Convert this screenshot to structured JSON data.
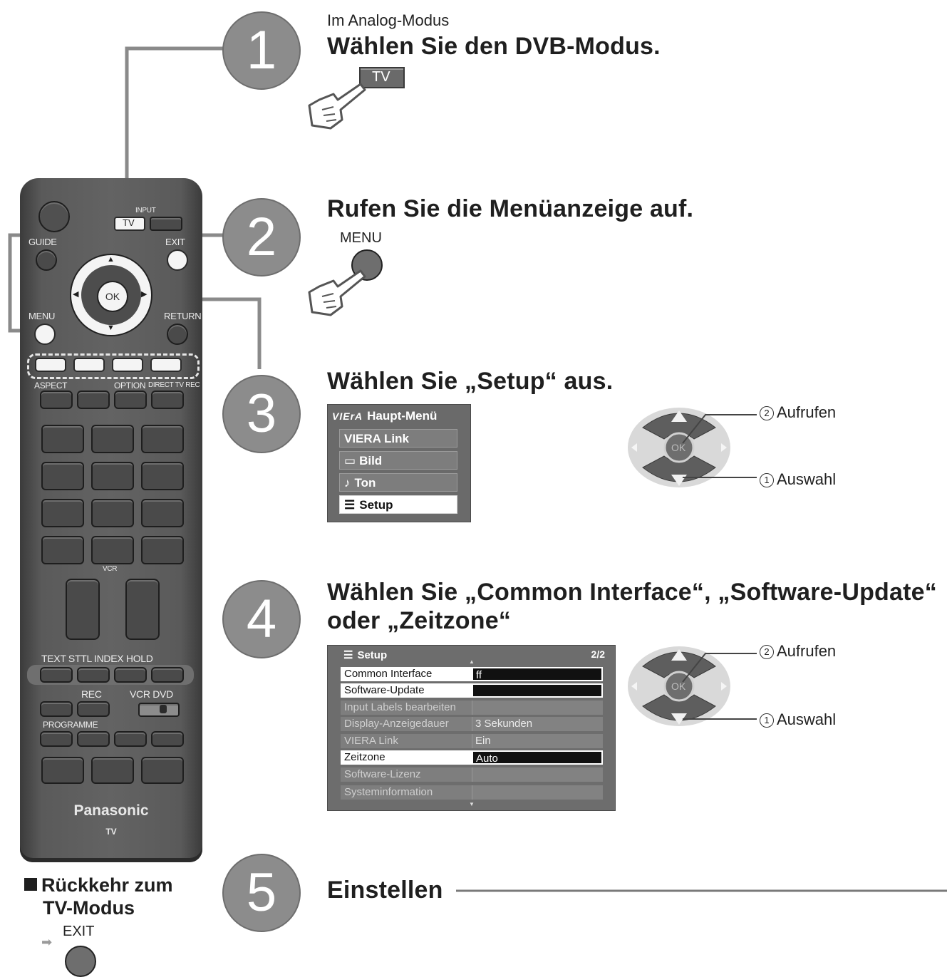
{
  "step1": {
    "number": "1",
    "subtitle": "Im Analog-Modus",
    "heading": "Wählen Sie den DVB-Modus.",
    "button_label": "TV"
  },
  "step2": {
    "number": "2",
    "heading": "Rufen Sie die Menüanzeige auf.",
    "button_label": "MENU"
  },
  "step3": {
    "number": "3",
    "heading": "Wählen Sie „Setup“ aus.",
    "menu": {
      "logo": "VIErA",
      "title": "Haupt-Menü",
      "items": [
        {
          "icon": "",
          "label": "VIERA Link"
        },
        {
          "icon": "▭",
          "label": "Bild"
        },
        {
          "icon": "♪",
          "label": "Ton"
        },
        {
          "icon": "☰",
          "label": "Setup"
        }
      ]
    },
    "nav": {
      "ok_label": "OK",
      "select_num": "1",
      "select_label": "Auswahl",
      "confirm_num": "2",
      "confirm_label": "Aufrufen"
    }
  },
  "step4": {
    "number": "4",
    "heading_line1": "Wählen Sie „Common Interface“, „Software-Update“",
    "heading_line2": "oder „Zeitzone“",
    "menu": {
      "title_icon": "☰",
      "title": "Setup",
      "page": "2/2",
      "rows": [
        {
          "label": "Common Interface",
          "value": "ff"
        },
        {
          "label": "Software-Update",
          "value": ""
        },
        {
          "label": "Input Labels bearbeiten",
          "value": ""
        },
        {
          "label": "Display-Anzeigedauer",
          "value": "3 Sekunden"
        },
        {
          "label": "VIERA Link",
          "value": "Ein"
        },
        {
          "label": "Zeitzone",
          "value": "Auto"
        },
        {
          "label": "Software-Lizenz",
          "value": ""
        },
        {
          "label": "Systeminformation",
          "value": ""
        }
      ]
    },
    "nav": {
      "ok_label": "OK",
      "select_num": "1",
      "select_label": "Auswahl",
      "confirm_num": "2",
      "confirm_label": "Aufrufen"
    }
  },
  "step5": {
    "number": "5",
    "heading": "Einstellen"
  },
  "back": {
    "line1": "Rückkehr zum",
    "line2": "TV-Modus",
    "button_label": "EXIT"
  },
  "remote": {
    "brand": "Panasonic",
    "sub_brand": "TV",
    "labels": {
      "input": "INPUT",
      "tv": "TV",
      "guide": "GUIDE",
      "exit": "EXIT",
      "menu": "MENU",
      "return": "RETURN",
      "ok": "OK",
      "aspect": "ASPECT",
      "option": "OPTION",
      "direct_tv_rec": "DIRECT TV REC",
      "vcr": "VCR",
      "text_row": "TEXT STTL INDEX HOLD",
      "rec": "REC",
      "vcr_dvd": "VCR DVD",
      "programme": "PROGRAMME"
    }
  }
}
